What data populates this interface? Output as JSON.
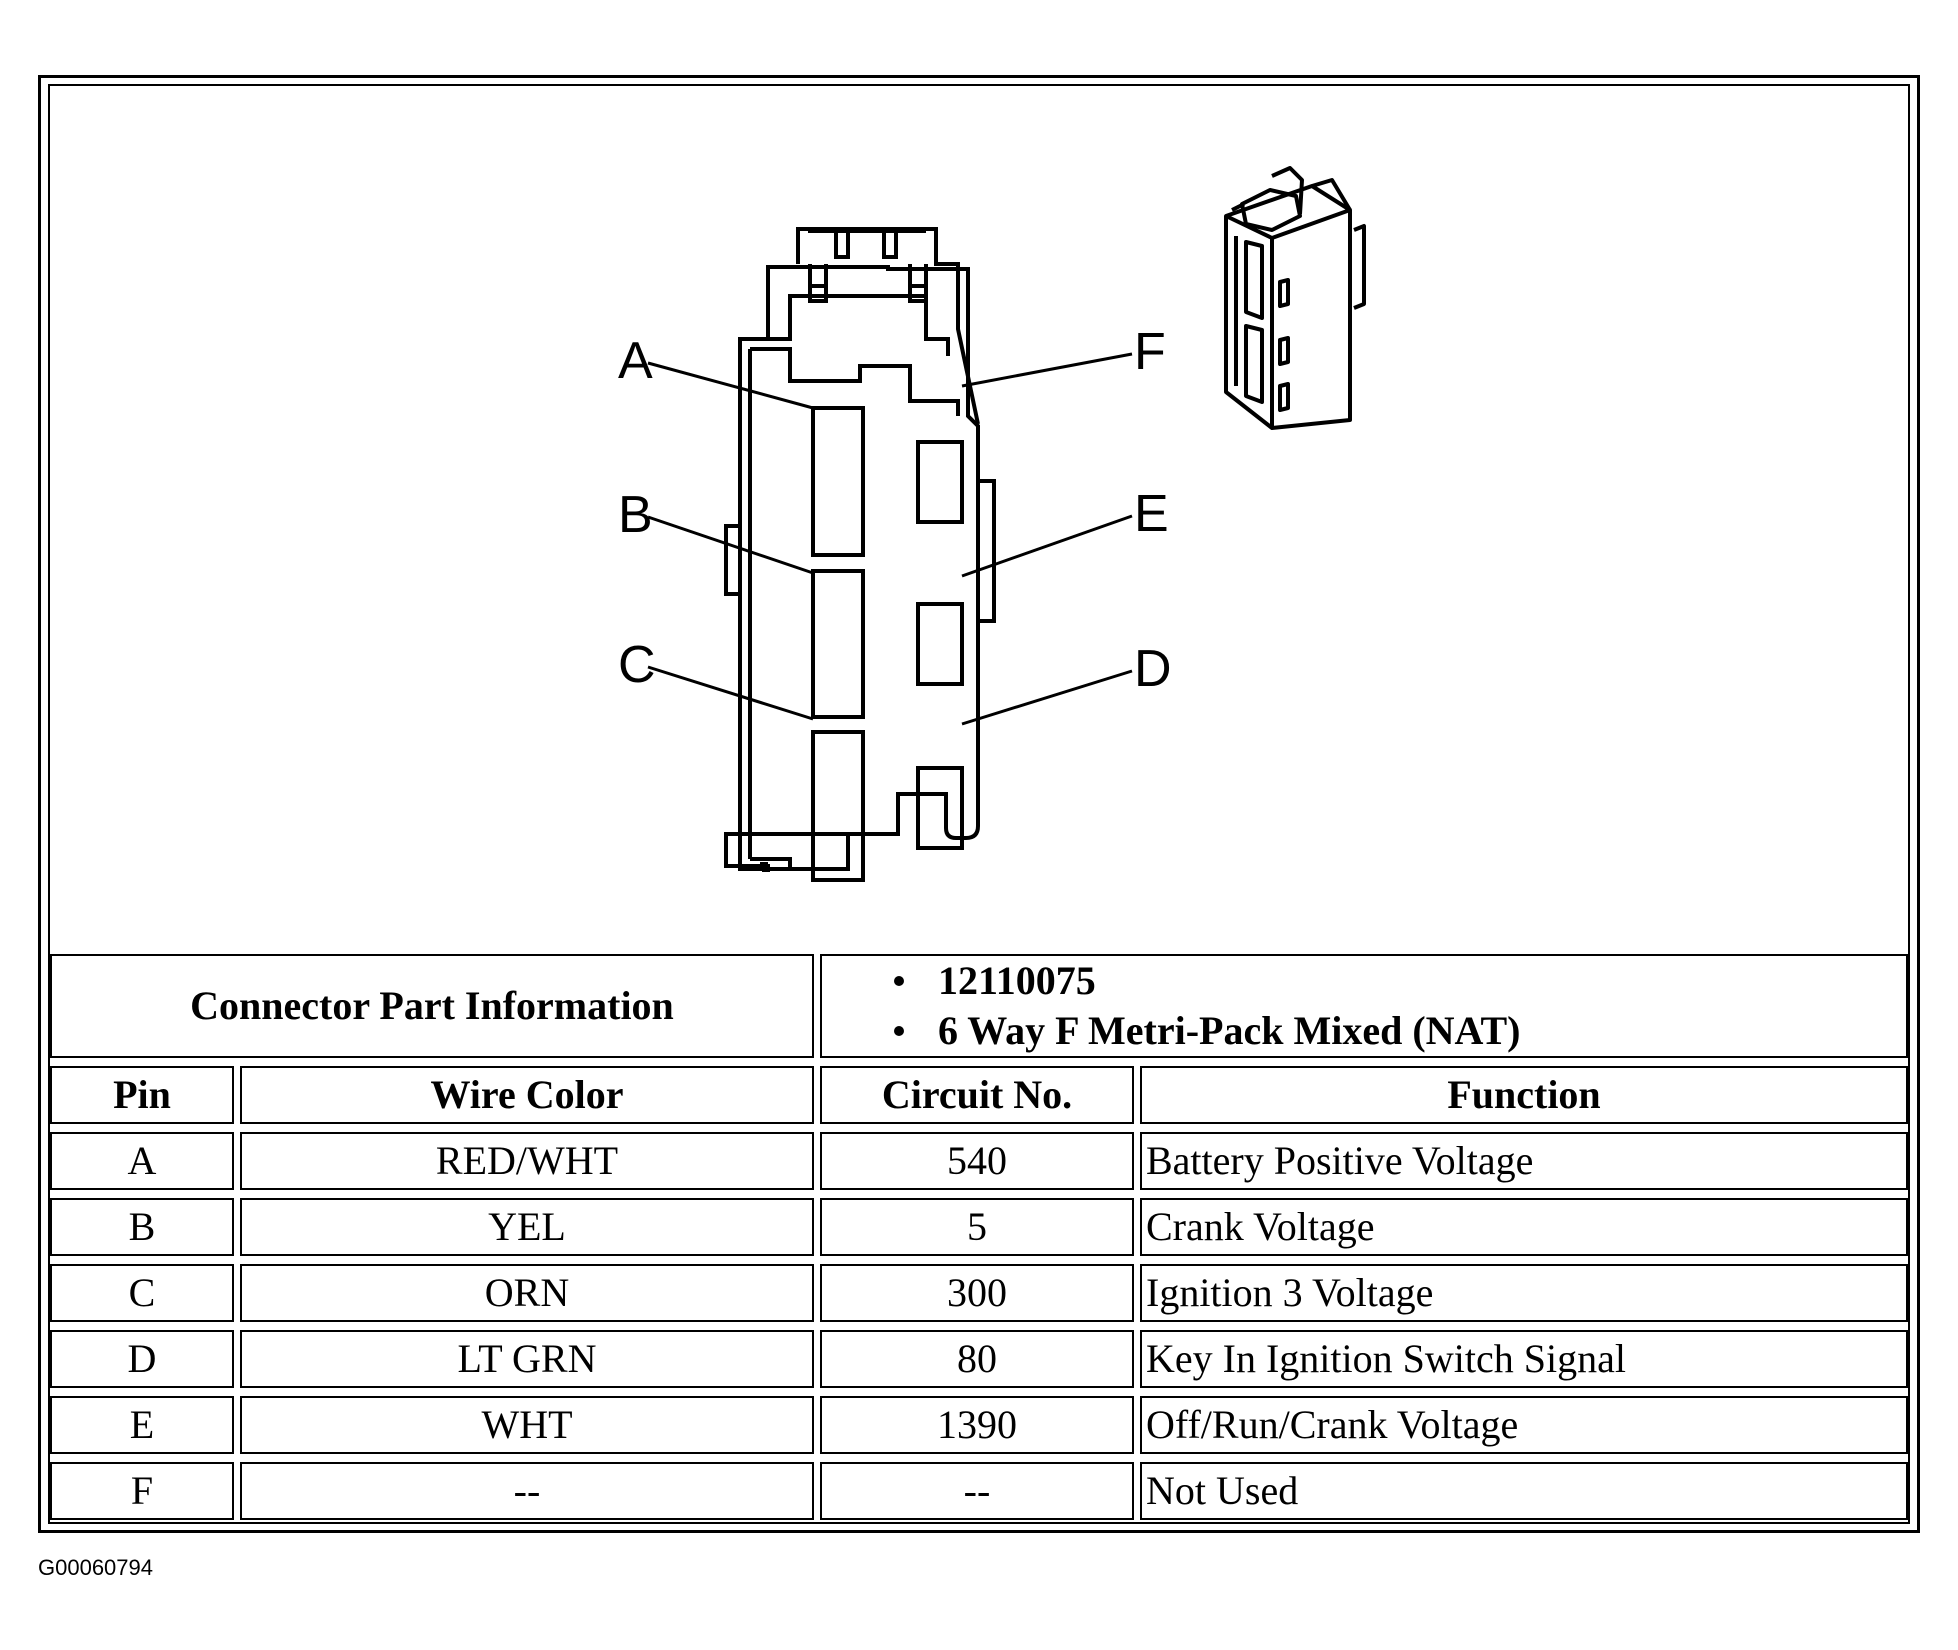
{
  "connector": {
    "pins": [
      "A",
      "B",
      "C",
      "D",
      "E",
      "F"
    ]
  },
  "part_info": {
    "label": "Connector Part Information",
    "items": [
      "12110075",
      "6 Way F Metri-Pack Mixed (NAT)"
    ]
  },
  "table": {
    "headers": [
      "Pin",
      "Wire Color",
      "Circuit No.",
      "Function"
    ],
    "rows": [
      {
        "pin": "A",
        "wire_color": "RED/WHT",
        "circuit": "540",
        "function": "Battery Positive Voltage"
      },
      {
        "pin": "B",
        "wire_color": "YEL",
        "circuit": "5",
        "function": "Crank Voltage"
      },
      {
        "pin": "C",
        "wire_color": "ORN",
        "circuit": "300",
        "function": "Ignition 3 Voltage"
      },
      {
        "pin": "D",
        "wire_color": "LT GRN",
        "circuit": "80",
        "function": "Key In Ignition Switch Signal"
      },
      {
        "pin": "E",
        "wire_color": "WHT",
        "circuit": "1390",
        "function": "Off/Run/Crank Voltage"
      },
      {
        "pin": "F",
        "wire_color": "--",
        "circuit": "--",
        "function": "Not Used"
      }
    ]
  },
  "figure_id": "G00060794"
}
